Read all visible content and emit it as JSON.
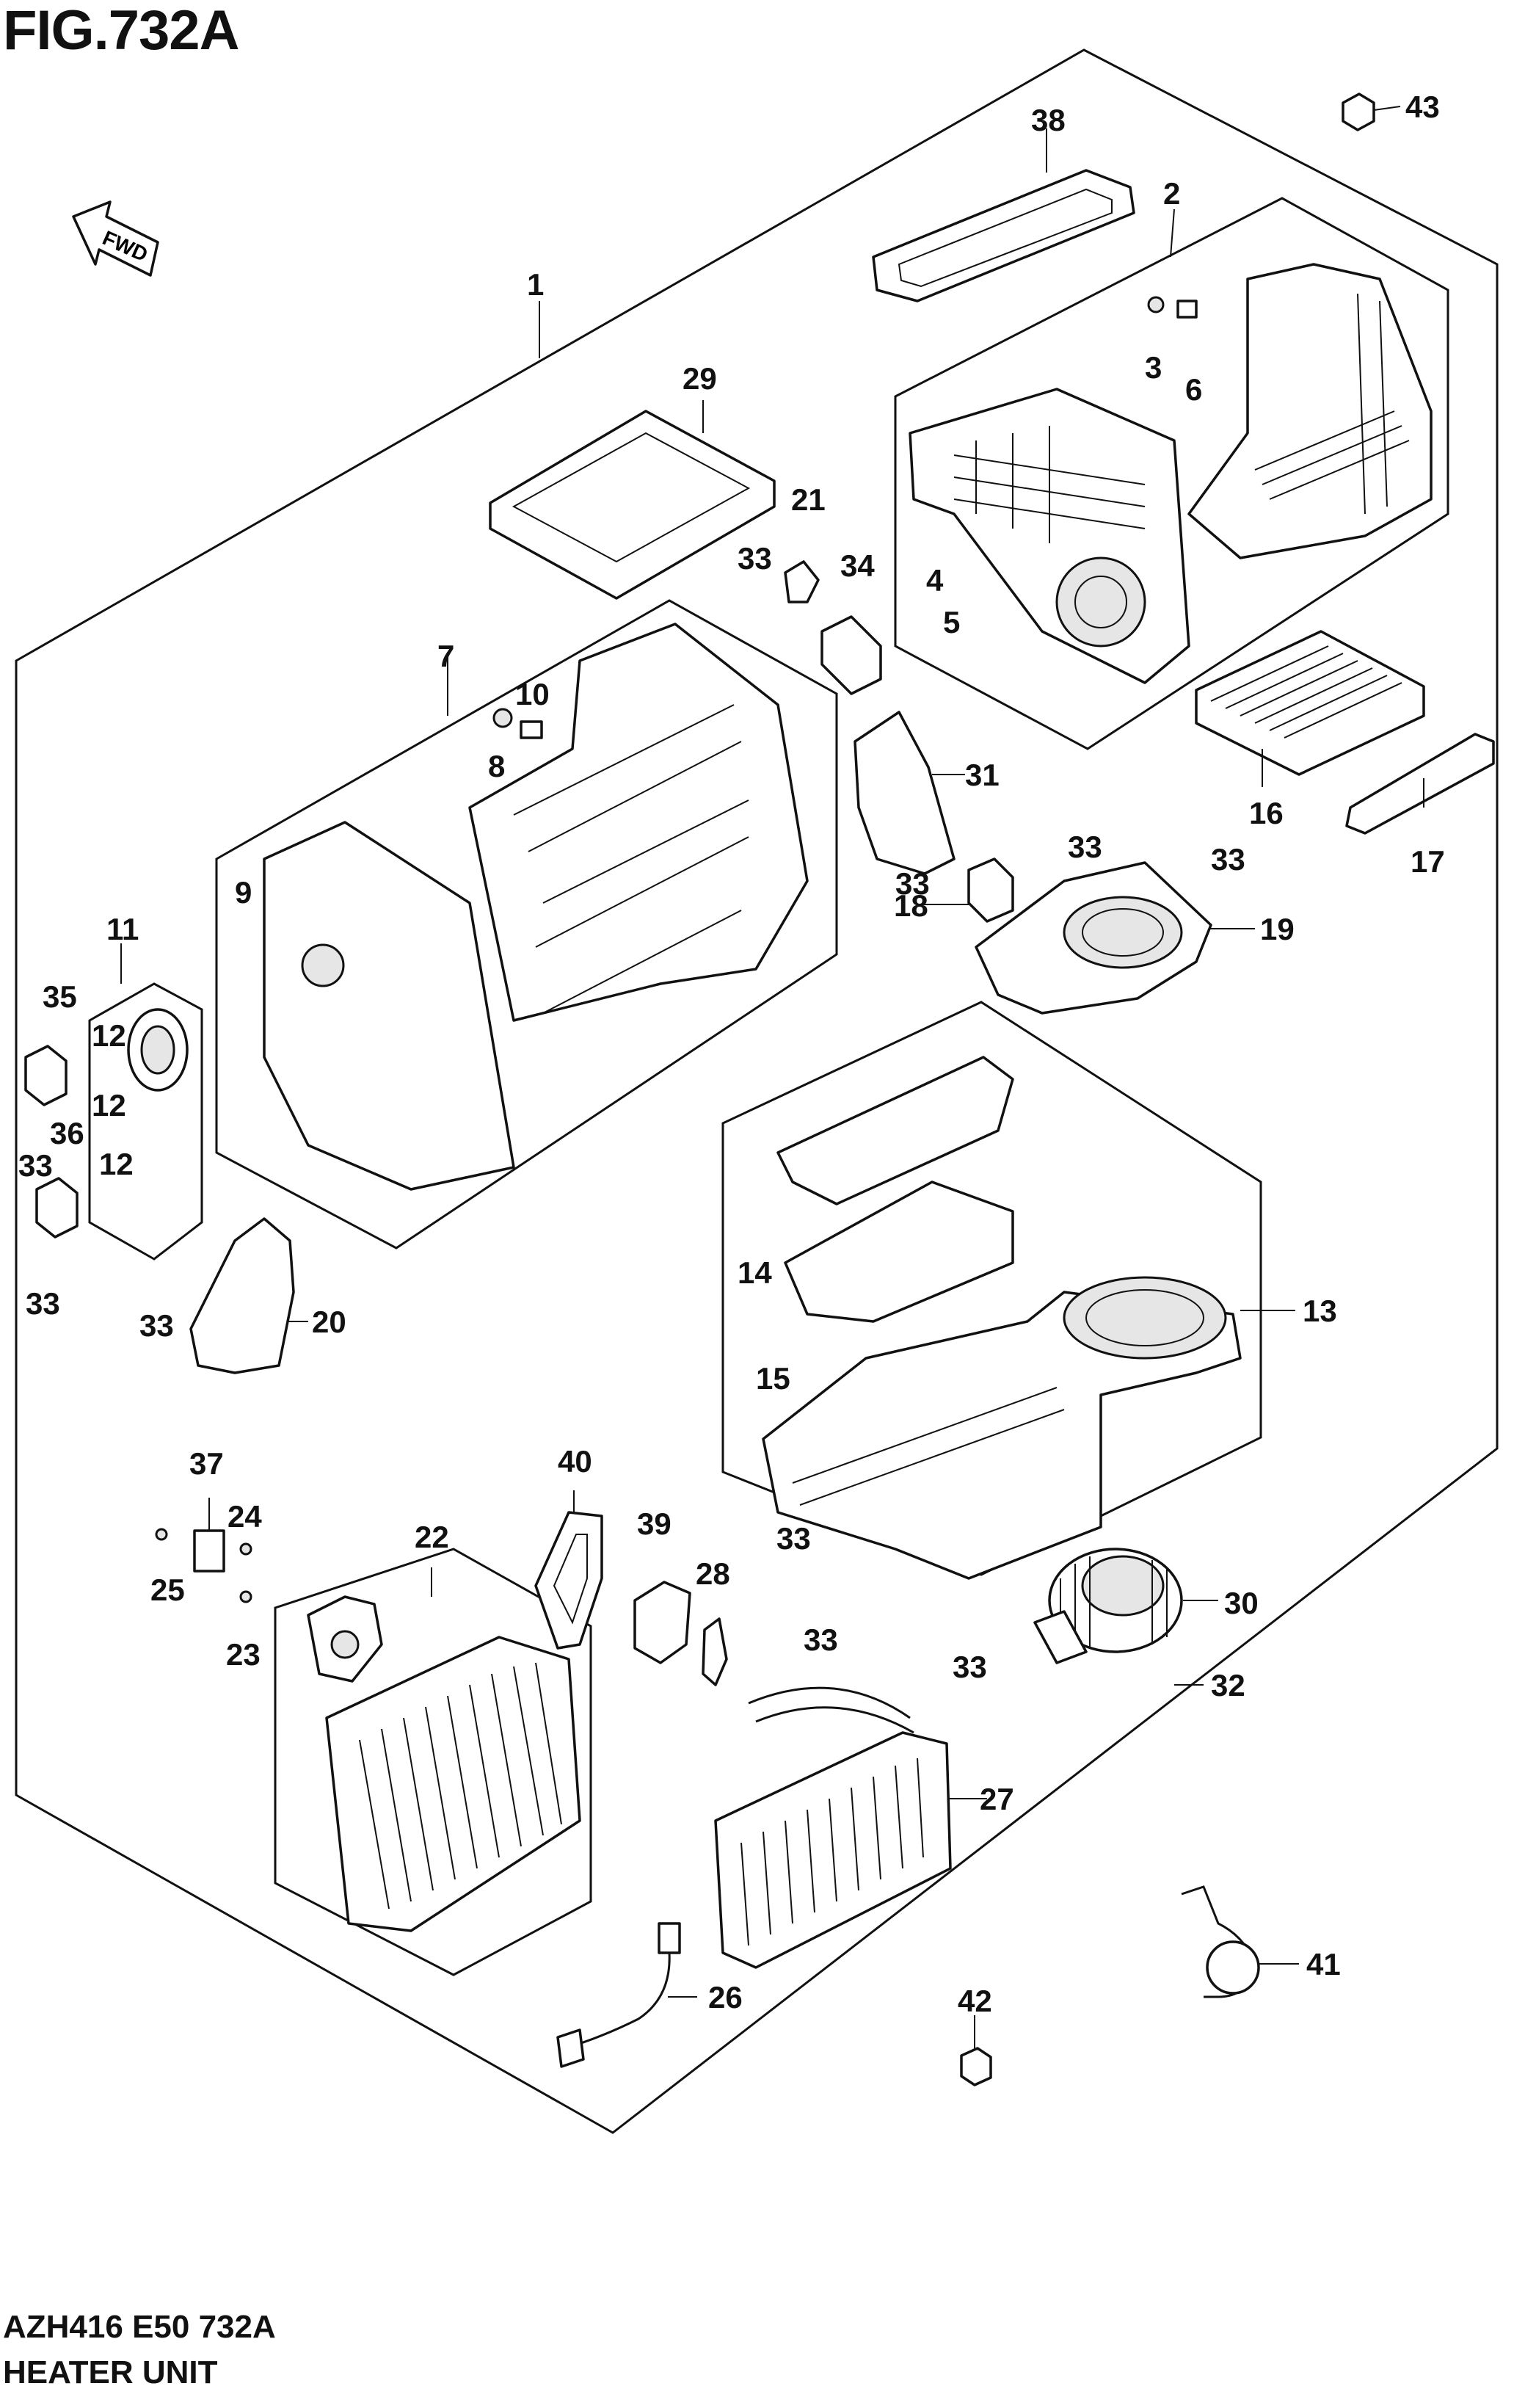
{
  "figure": {
    "title": "FIG.732A",
    "code": "AZH416 E50 732A",
    "name": "HEATER UNIT",
    "direction_marker": "FWD"
  },
  "callouts": [
    "1",
    "2",
    "3",
    "4",
    "5",
    "6",
    "7",
    "8",
    "9",
    "10",
    "11",
    "12",
    "12",
    "12",
    "13",
    "14",
    "15",
    "16",
    "17",
    "18",
    "19",
    "20",
    "21",
    "22",
    "23",
    "24",
    "25",
    "26",
    "27",
    "28",
    "29",
    "30",
    "31",
    "32",
    "33",
    "33",
    "33",
    "33",
    "33",
    "33",
    "33",
    "33",
    "33",
    "33",
    "34",
    "35",
    "36",
    "37",
    "38",
    "39",
    "40",
    "41",
    "42",
    "43"
  ]
}
